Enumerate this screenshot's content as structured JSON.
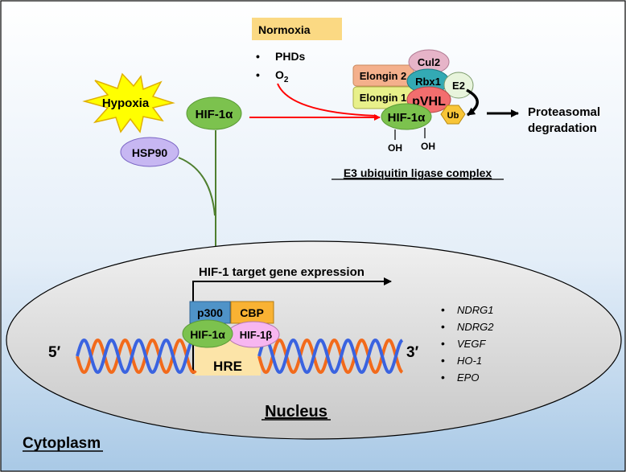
{
  "hypoxia": "Hypoxia",
  "hif1a_top": "HIF-1α",
  "hsp90": "HSP90",
  "normoxia": {
    "title": "Normoxia",
    "items": [
      "PHDs",
      "O"
    ],
    "o2_subscript": "2",
    "bullet": "•"
  },
  "complex": {
    "cul2": "Cul2",
    "elongin2": "Elongin 2",
    "rbx1": "Rbx1",
    "e2": "E2",
    "elongin1": "Elongin 1",
    "pvhl": "pVHL",
    "ub": "Ub",
    "hif1a": "HIF-1α",
    "oh": "OH",
    "label": "E3 ubiquitin ligase complex"
  },
  "proteasomal": [
    "Proteasomal",
    "degradation"
  ],
  "nucleus": {
    "target_expression": "HIF-1 target gene expression",
    "p300": "p300",
    "cbp": "CBP",
    "hif1a": "HIF-1α",
    "hif1b": "HIF-1β",
    "hre": "HRE",
    "five_prime": "5′",
    "three_prime": "3′",
    "genes": [
      "NDRG1",
      "NDRG2",
      "VEGF",
      "HO-1",
      "EPO"
    ],
    "label": "Nucleus"
  },
  "cytoplasm": "Cytoplasm",
  "colors": {
    "background_top": "#ffffff",
    "background_bottom": "#a9c9e6",
    "hypoxia_star": "#ffff00",
    "hif1a_green": "#7cc24e",
    "hsp90_purple": "#c7b7f2",
    "normoxia_box": "#fbd983",
    "inhibit_arrow": "#ff0000",
    "path_arrow": "#4f7f2f",
    "elongin2": "#f4b08c",
    "elongin1": "#e8f08a",
    "cul2": "#e6b4c8",
    "rbx1": "#33aab4",
    "e2": "#e8f4dc",
    "pvhl": "#f36e6e",
    "ub": "#f8c537",
    "p300": "#4f93c8",
    "cbp": "#f9b233",
    "hif1b": "#f7b6f0",
    "hre": "#fce4a8",
    "dna_orange": "#f26a1b",
    "dna_blue": "#3a63e0",
    "nucleus_fill": "#d3d3d3"
  }
}
